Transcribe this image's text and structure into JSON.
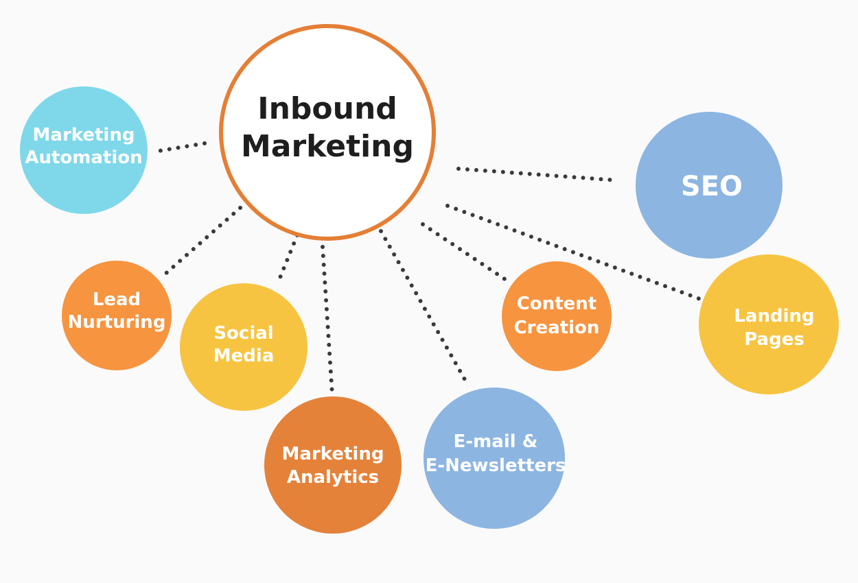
{
  "hub": {
    "title_line1": "Inbound",
    "title_line2": "Marketing",
    "border_color": "#e47f36",
    "fill_color": "#ffffff"
  },
  "nodes": [
    {
      "id": "marketing-automation",
      "line1": "Marketing",
      "line2": "Automation",
      "color": "#7ed8ea"
    },
    {
      "id": "seo",
      "line1": "SEO",
      "line2": "",
      "color": "#8cb5e1"
    },
    {
      "id": "lead-nurturing",
      "line1": "Lead",
      "line2": "Nurturing",
      "color": "#f79440"
    },
    {
      "id": "social-media",
      "line1": "Social",
      "line2": "Media",
      "color": "#f7c441"
    },
    {
      "id": "marketing-analytics",
      "line1": "Marketing",
      "line2": "Analytics",
      "color": "#e4823a"
    },
    {
      "id": "email-newsletters",
      "line1": "E-mail &",
      "line2": "E-Newsletters",
      "color": "#8cb5e1"
    },
    {
      "id": "content-creation",
      "line1": "Content",
      "line2": "Creation",
      "color": "#f79440"
    },
    {
      "id": "landing-pages",
      "line1": "Landing",
      "line2": "Pages",
      "color": "#f7c441"
    }
  ]
}
